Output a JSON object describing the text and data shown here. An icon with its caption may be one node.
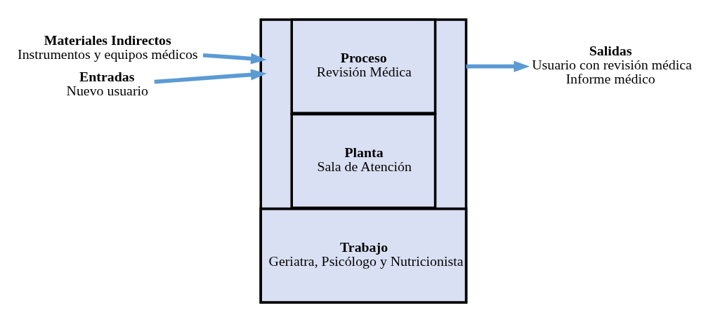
{
  "diagram": {
    "nodes": [
      {
        "text": [
          "Materiales Indirectos",
          "Instrumentos y equipos médicos"
        ]
      },
      {
        "text": [
          "Entradas",
          "Nuevo usuario"
        ]
      },
      {
        "text": [],
        "shape": "box"
      },
      {
        "text": [
          "Proceso",
          "Revisión Médica"
        ],
        "in": 2
      },
      {
        "text": [
          "Planta",
          "Sala de Atención"
        ],
        "in": 2
      },
      {
        "text": [
          "Trabajo",
          "Geriatra, Psicólogo y Nutricionista"
        ],
        "in": 2
      },
      {
        "text": [
          "Salidas",
          "Usuario con revisión médica",
          "Informe médico"
        ]
      }
    ],
    "edges": [
      {
        "from": 0,
        "to": 2,
        "arrow": "to"
      },
      {
        "from": 1,
        "to": 2,
        "arrow": "to"
      },
      {
        "from": 2,
        "to": 6,
        "arrow": "to"
      }
    ]
  }
}
